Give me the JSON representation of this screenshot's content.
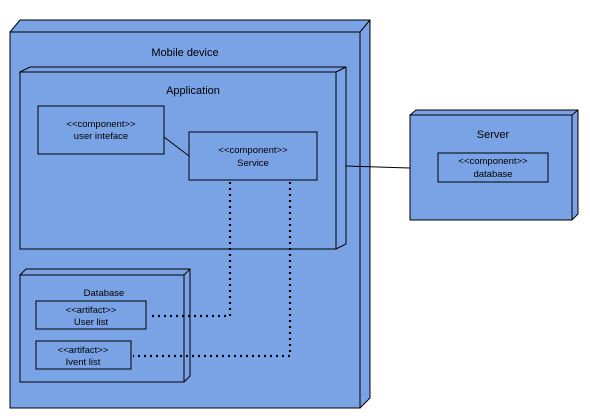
{
  "diagram": {
    "colors": {
      "node_fill": "#7aa3e5",
      "stroke": "#000000",
      "background": "#ffffff"
    },
    "mobile_device": {
      "label": "Mobile device",
      "application": {
        "label": "Application",
        "user_interface": {
          "stereotype": "<<component>>",
          "name": "user inteface"
        },
        "service": {
          "stereotype": "<<component>>",
          "name": "Service"
        }
      },
      "database": {
        "label": "Database",
        "user_list": {
          "stereotype": "<<artifact>>",
          "name": "User list"
        },
        "event_list": {
          "stereotype": "<<artifact>>",
          "name": "Ivent list"
        }
      }
    },
    "server": {
      "label": "Server",
      "database": {
        "stereotype": "<<component>>",
        "name": "database"
      }
    }
  }
}
